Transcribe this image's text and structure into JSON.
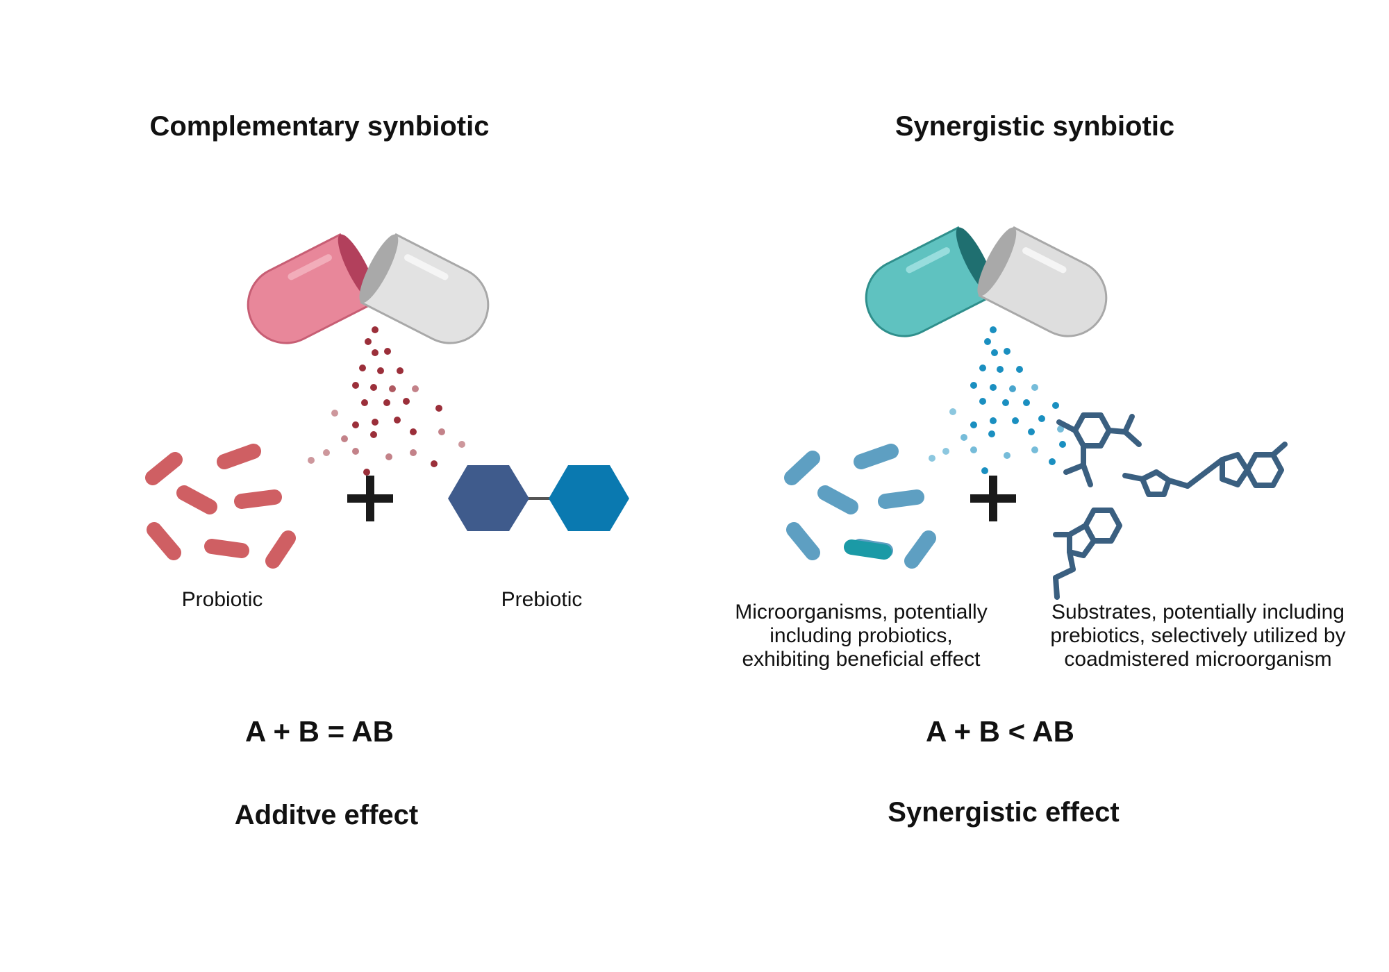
{
  "left": {
    "title": "Complementary synbiotic",
    "probiotic_label": "Probiotic",
    "prebiotic_label": "Prebiotic",
    "equation": "A + B = AB",
    "effect": "Additve effect",
    "capsule_color": "#e8879a",
    "particle_color": "#9b2f3a",
    "bacteria_color": "#cf5f63",
    "hex_colors": [
      "#3f5b8c",
      "#0a79b0"
    ]
  },
  "right": {
    "title": "Synergistic synbiotic",
    "micro_label": [
      "Microorganisms, potentially",
      "including probiotics,",
      "exhibiting beneficial effect"
    ],
    "substrate_label": [
      "Substrates, potentially including",
      "prebiotics, selectively utilized by",
      "coadmistered microorganism"
    ],
    "equation": "A + B < AB",
    "effect": "Synergistic effect",
    "capsule_color": "#5fc2c0",
    "particle_color": "#1a8fc0",
    "bacteria_color": "#5e9fc2",
    "molecule_color": "#3a5f80"
  },
  "icons": [
    "capsule-icon",
    "bacteria-icon",
    "hexagon-molecule-icon",
    "plus-icon",
    "chemical-structure-icon"
  ]
}
